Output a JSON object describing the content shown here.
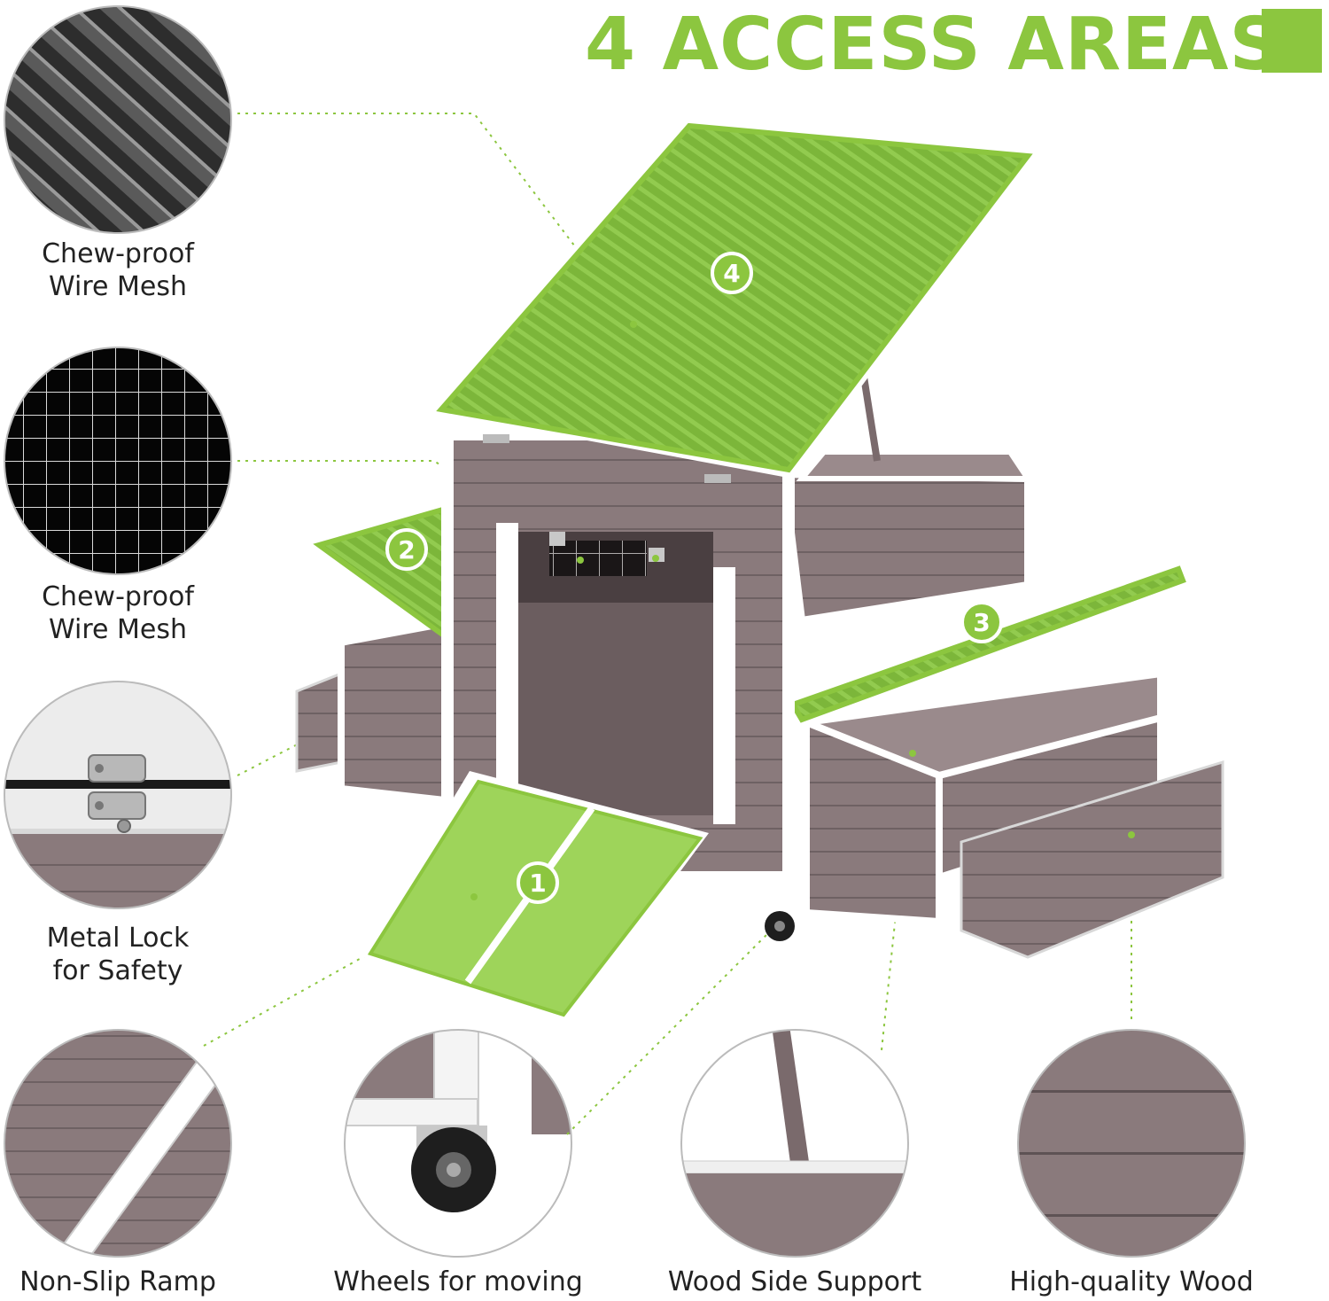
{
  "headline": "4 ACCESS AREAS",
  "colors": {
    "accent": "#8cc63f",
    "wood": "#8a7a7c",
    "trim": "#ffffff",
    "text": "#222222"
  },
  "features": [
    {
      "line1": "Chew-proof",
      "line2": "Wire Mesh"
    },
    {
      "line1": "Chew-proof",
      "line2": "Wire Mesh"
    },
    {
      "line1": "Metal Lock",
      "line2": "for Safety"
    },
    {
      "line1": "Non-Slip Ramp"
    },
    {
      "line1": "Wheels for moving"
    },
    {
      "line1": "Wood Side Support"
    },
    {
      "line1": "High-quality Wood"
    }
  ],
  "access_areas": [
    "1",
    "2",
    "3",
    "4"
  ]
}
